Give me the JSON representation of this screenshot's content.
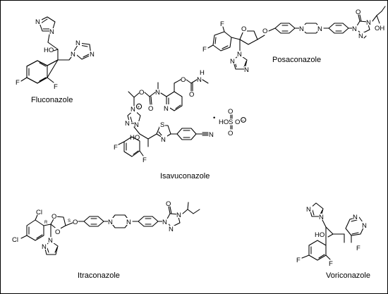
{
  "compounds": [
    {
      "name": "Fluconazole"
    },
    {
      "name": "Posaconazole"
    },
    {
      "name": "Isavuconazole"
    },
    {
      "name": "Itraconazole"
    },
    {
      "name": "Voriconazole"
    }
  ],
  "atoms": {
    "n": "N",
    "o": "O",
    "f": "F",
    "s": "S",
    "cl": "Cl",
    "ho": "HO",
    "oh": "OH",
    "h": "H",
    "hn": "H-N",
    "plus": "+",
    "minus": "−",
    "dot": "•",
    "r": "R",
    "s_cfg": "S"
  }
}
